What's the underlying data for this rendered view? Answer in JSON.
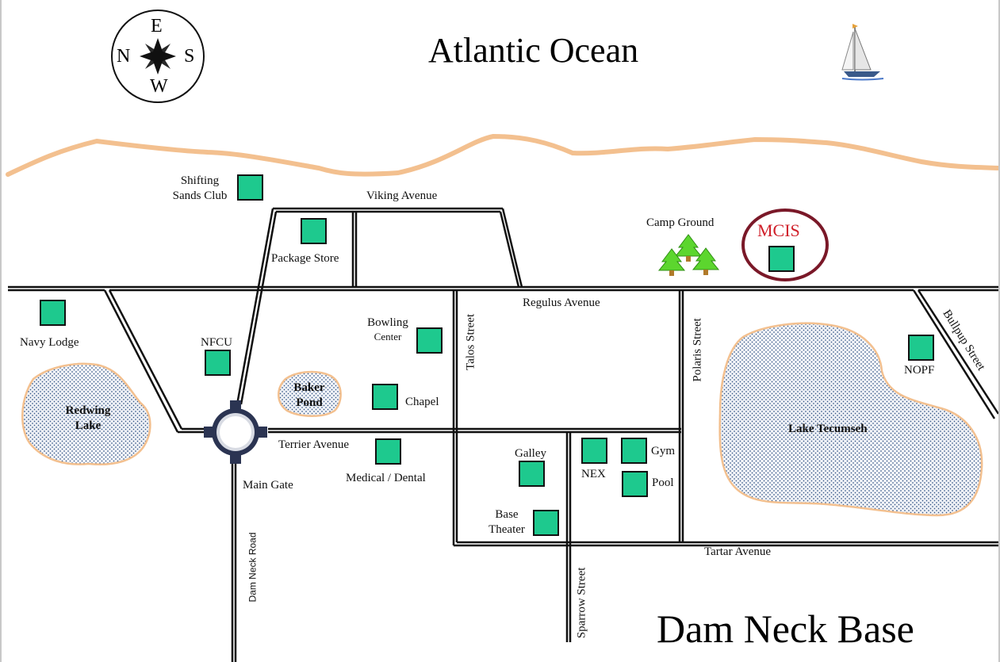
{
  "titles": {
    "ocean": "Atlantic Ocean",
    "base": "Dam Neck Base"
  },
  "compass": {
    "top": "E",
    "left": "N",
    "right": "S",
    "bottom": "W"
  },
  "streets": {
    "viking": "Viking Avenue",
    "regulus": "Regulus Avenue",
    "terrier": "Terrier Avenue",
    "tartar": "Tartar Avenue",
    "talos": "Talos Street",
    "polaris": "Polaris Street",
    "bullpup": "Bullpup Street",
    "sparrow": "Sparrow Street",
    "dam_neck_road": "Dam Neck Road"
  },
  "places": {
    "shifting_sands_1": "Shifting",
    "shifting_sands_2": "Sands Club",
    "package_store": "Package Store",
    "navy_lodge": "Navy Lodge",
    "nfcu": "NFCU",
    "bowling_1": "Bowling",
    "bowling_2": "Center",
    "chapel": "Chapel",
    "medical": "Medical / Dental",
    "main_gate": "Main Gate",
    "galley": "Galley",
    "nex": "NEX",
    "gym": "Gym",
    "pool": "Pool",
    "base_theater_1": "Base",
    "base_theater_2": "Theater",
    "camp_ground": "Camp Ground",
    "mcis": "MCIS",
    "nopf": "NOPF"
  },
  "lakes": {
    "redwing_1": "Redwing",
    "redwing_2": "Lake",
    "baker_1": "Baker",
    "baker_2": "Pond",
    "tecumseh": "Lake Tecumseh"
  },
  "colors": {
    "building": "#1ec98e",
    "shoreline": "#f3c08f",
    "mcis_highlight": "#7a1828",
    "mcis_text": "#d0202a",
    "tree": "#5cd62e",
    "lake_dots": "#3a5a8a"
  },
  "icons": {
    "compass": "compass-rose-icon",
    "sailboat": "sailboat-icon",
    "tree": "pine-tree-icon",
    "traffic_circle": "roundabout-icon"
  }
}
